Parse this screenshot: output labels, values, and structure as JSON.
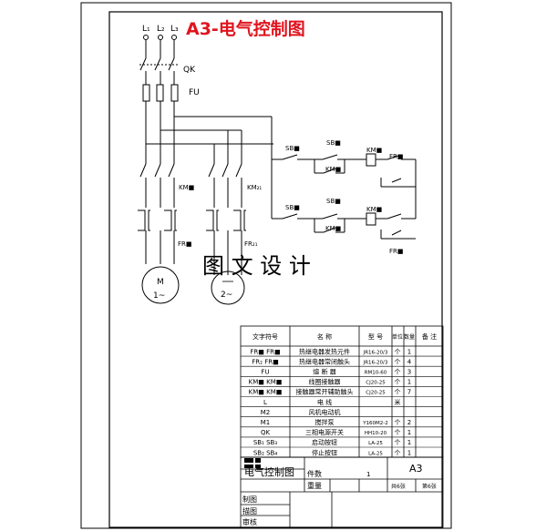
{
  "title": "A3-电气控制图",
  "watermark": "图 文 设 计",
  "labels": {
    "l1": "L₁",
    "l2": "L₂",
    "l3": "L₃",
    "qk": "QK",
    "fu": "FU",
    "km_main": "KM■",
    "km_sub": "KM₂₁",
    "fr_main": "FR■",
    "fr_sub": "FR₂₁",
    "motor1": "M",
    "motor1_sub": "1~",
    "motor2_sub": "2~",
    "sb_a": "SB■",
    "sb_b": "SB■",
    "km_coil_a": "KM■",
    "fr_a": "FR■",
    "sb_c": "SB■",
    "sb_d": "SB■",
    "km_coil_b": "KM■",
    "fr_b": "FR■",
    "km_contact_a": "KM■",
    "km_contact_b": "KM■"
  },
  "bom": {
    "headers": [
      "文字符号",
      "名 称",
      "型 号",
      "单位",
      "数量",
      "备 注"
    ],
    "rows": [
      [
        "FR■ FR■",
        "热继电器发热元件",
        "JR16-20/3",
        "个",
        "1",
        ""
      ],
      [
        "FR₂ FR■",
        "热继电器常闭触头",
        "JR16-20/3",
        "个",
        "4",
        ""
      ],
      [
        "FU",
        "熔 断 器",
        "RM10-60",
        "个",
        "3",
        ""
      ],
      [
        "KM■ KM■",
        "线圈接触器",
        "CJ20-25",
        "个",
        "1",
        ""
      ],
      [
        "KM■ KM■",
        "接触器常开辅助触头",
        "CJ20-25",
        "个",
        "7",
        ""
      ],
      [
        "L",
        "电 线",
        "",
        "米",
        "",
        ""
      ],
      [
        "M2",
        "风机电动机",
        "",
        "",
        "",
        ""
      ],
      [
        "M1",
        "搅拌泵",
        "Y160M2-2",
        "个",
        "2",
        ""
      ],
      [
        "QK",
        "三相电源开关",
        "HH10-20",
        "个",
        "1",
        ""
      ],
      [
        "SB₁ SB₃",
        "启动按钮",
        "LA-25",
        "个",
        "1",
        ""
      ],
      [
        "SB₂ SB₄",
        "停止按钮",
        "LA-25",
        "个",
        "1",
        ""
      ]
    ]
  },
  "title_block": {
    "name": "电气控制图",
    "size": "A3",
    "count_label": "件数",
    "count_value": "1",
    "weight_label": "重量",
    "sheets_total": "共6张",
    "sheet_no": "第6张",
    "drawn_label": "制图",
    "traced_label": "描图",
    "checked_label": "审核"
  }
}
